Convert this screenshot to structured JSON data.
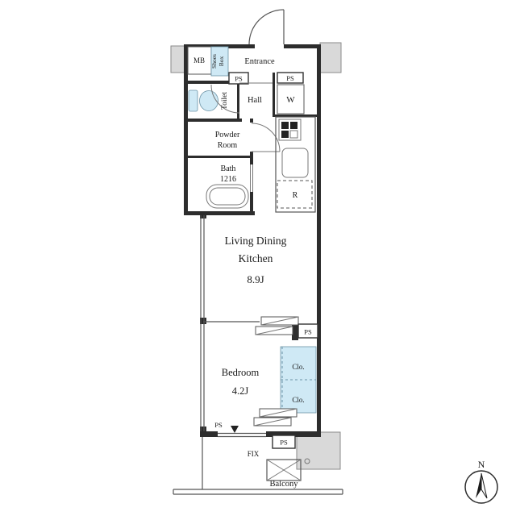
{
  "floorplan": {
    "labels": {
      "mb": "MB",
      "shoes_line1": "Shoes",
      "shoes_line2": "Box",
      "entrance": "Entrance",
      "ps_entrance": "PS",
      "ps_washer": "PS",
      "toilet": "Toilet",
      "hall": "Hall",
      "washer": "W",
      "powder_line1": "Powder",
      "powder_line2": "Room",
      "bath_line1": "Bath",
      "bath_line2": "1216",
      "fridge": "R",
      "ldk_line1": "Living Dining",
      "ldk_line2": "Kitchen",
      "ldk_size": "8.9J",
      "ps_divider": "PS",
      "bedroom": "Bedroom",
      "bedroom_size": "4.2J",
      "closet_upper": "Clo.",
      "closet_lower": "Clo.",
      "ps_bedroom": "PS",
      "ps_bottom": "PS",
      "fix": "FIX",
      "balcony": "Balcony",
      "compass_north": "N"
    },
    "colors": {
      "wall": "#2d2d2d",
      "water_blue": "#cfe9f5",
      "block_gray": "#d9d9d9",
      "line": "#555555",
      "text": "#1a1a1a"
    }
  }
}
